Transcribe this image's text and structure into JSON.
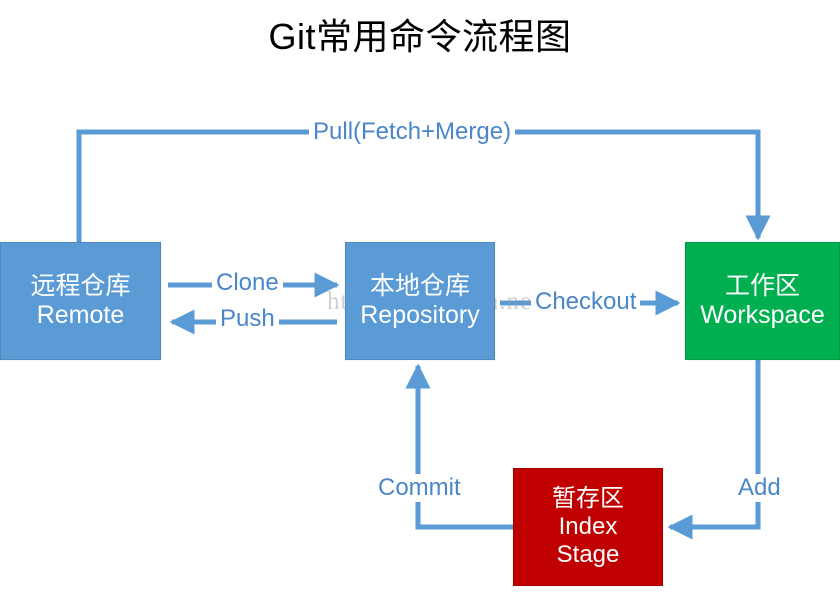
{
  "page": {
    "title": "Git常用命令流程图",
    "watermark": "http://blog.csdn.net/",
    "background": "#ffffff"
  },
  "colors": {
    "blue": "#5B9BD5",
    "green": "#00B050",
    "red": "#C00000",
    "edge": "#5B9BD5",
    "label_text": "#4A86C8",
    "node_text": "#ffffff",
    "title_text": "#000000"
  },
  "nodes": [
    {
      "id": "remote",
      "color": "#5B9BD5",
      "lines": [
        "远程仓库",
        "Remote"
      ]
    },
    {
      "id": "repository",
      "color": "#5B9BD5",
      "lines": [
        "本地仓库",
        "Repository"
      ]
    },
    {
      "id": "workspace",
      "color": "#00B050",
      "lines": [
        "工作区",
        "Workspace"
      ]
    },
    {
      "id": "index",
      "color": "#C00000",
      "lines": [
        "暂存区",
        "Index",
        "Stage"
      ]
    }
  ],
  "edges": [
    {
      "id": "pull",
      "label": "Pull(Fetch+Merge)",
      "from": "remote",
      "to": "workspace"
    },
    {
      "id": "clone",
      "label": "Clone",
      "from": "remote",
      "to": "repository"
    },
    {
      "id": "push",
      "label": "Push",
      "from": "repository",
      "to": "remote"
    },
    {
      "id": "checkout",
      "label": "Checkout",
      "from": "repository",
      "to": "workspace"
    },
    {
      "id": "commit",
      "label": "Commit",
      "from": "index",
      "to": "repository"
    },
    {
      "id": "add",
      "label": "Add",
      "from": "workspace",
      "to": "index"
    }
  ]
}
